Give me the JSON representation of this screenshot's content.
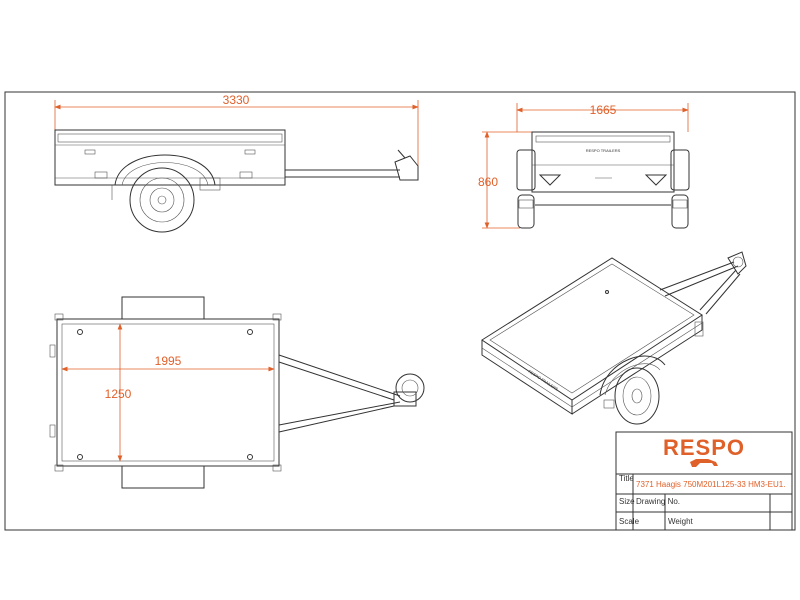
{
  "dimensions": {
    "side_length": "3330",
    "rear_width": "1665",
    "rear_height": "860",
    "top_length": "1995",
    "top_width": "1250"
  },
  "plate_text": "RESPO TRAILERS",
  "title_block": {
    "logo": "RESPO",
    "title_label": "Title",
    "title_value": "7371 Haagis 750M201L125-33 HM3-EU1.",
    "size_label": "Size",
    "drawing_no_label": "Drawing No.",
    "scale_label": "Scale",
    "weight_label": "Weight"
  },
  "colors": {
    "accent": "#e0602a",
    "line": "#333333"
  }
}
